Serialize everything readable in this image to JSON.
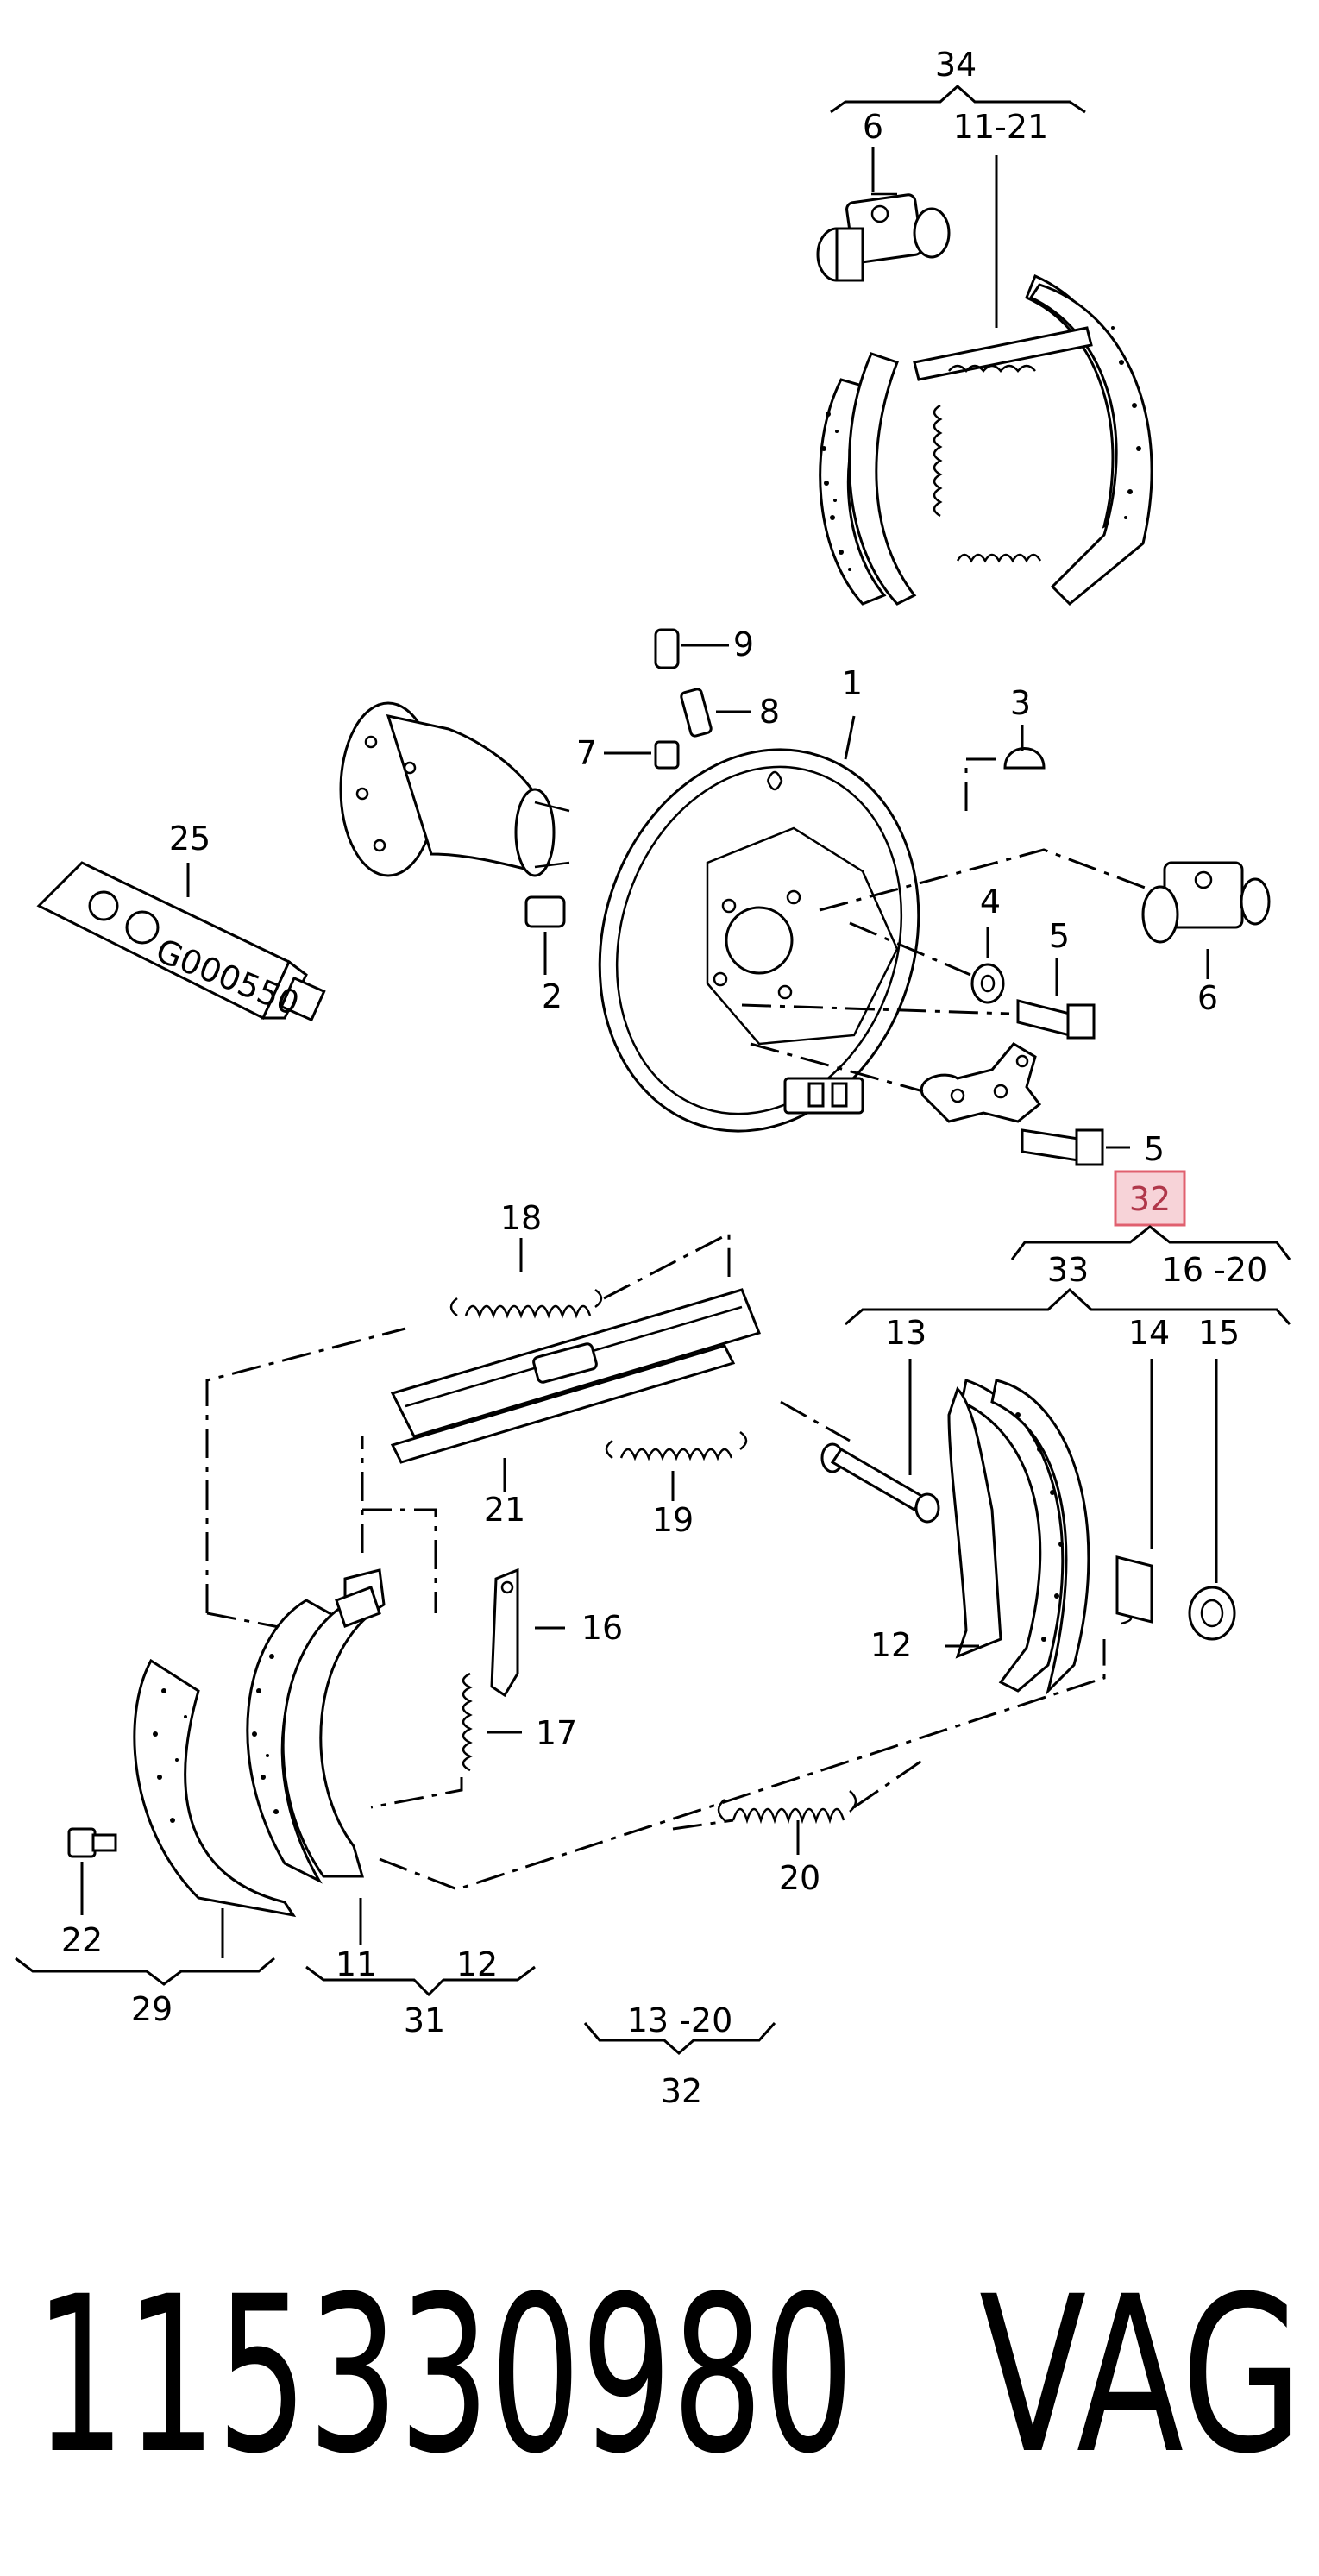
{
  "labels": {
    "l34": "34",
    "l6_top": "6",
    "l11_21": "11-21",
    "l9": "9",
    "l8": "8",
    "l7": "7",
    "l1": "1",
    "l3": "3",
    "l25": "25",
    "l4": "4",
    "l5_upper": "5",
    "l6_right": "6",
    "l2": "2",
    "l5_lower": "5",
    "l32_highlight": "32",
    "l33": "33",
    "l16_20": "16 -20",
    "l18": "18",
    "l13": "13",
    "l14": "14",
    "l15": "15",
    "l21": "21",
    "l19": "19",
    "l16": "16",
    "l12_mid": "12",
    "l17": "17",
    "l20": "20",
    "l22": "22",
    "l11_bottom": "11",
    "l12_bottom": "12",
    "l29": "29",
    "l31": "31",
    "l13_20": "13 -20",
    "l32_bottom": "32"
  },
  "tube_text": "G000550",
  "part_number": "115330980",
  "brand": "VAG",
  "colors": {
    "highlight_fill": "#f7d3d8",
    "highlight_stroke": "#e0606f"
  }
}
